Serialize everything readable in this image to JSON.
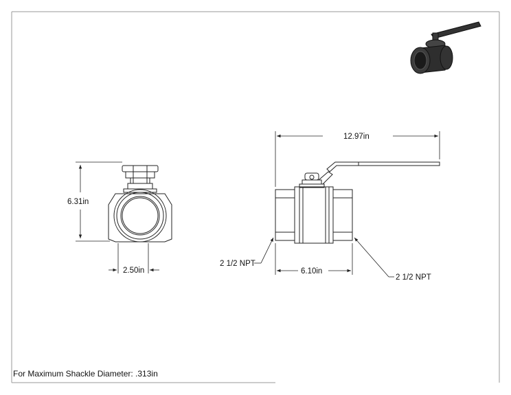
{
  "dimensions": {
    "overall_length": "12.97in",
    "height": "6.31in",
    "width": "2.50in",
    "body_length": "6.10in",
    "left_thread": "2 1/2 NPT",
    "right_thread": "2 1/2 NPT"
  },
  "note": "For Maximum Shackle Diameter: .313in",
  "colors": {
    "line": "#222222",
    "body": "#2a2a2a"
  }
}
